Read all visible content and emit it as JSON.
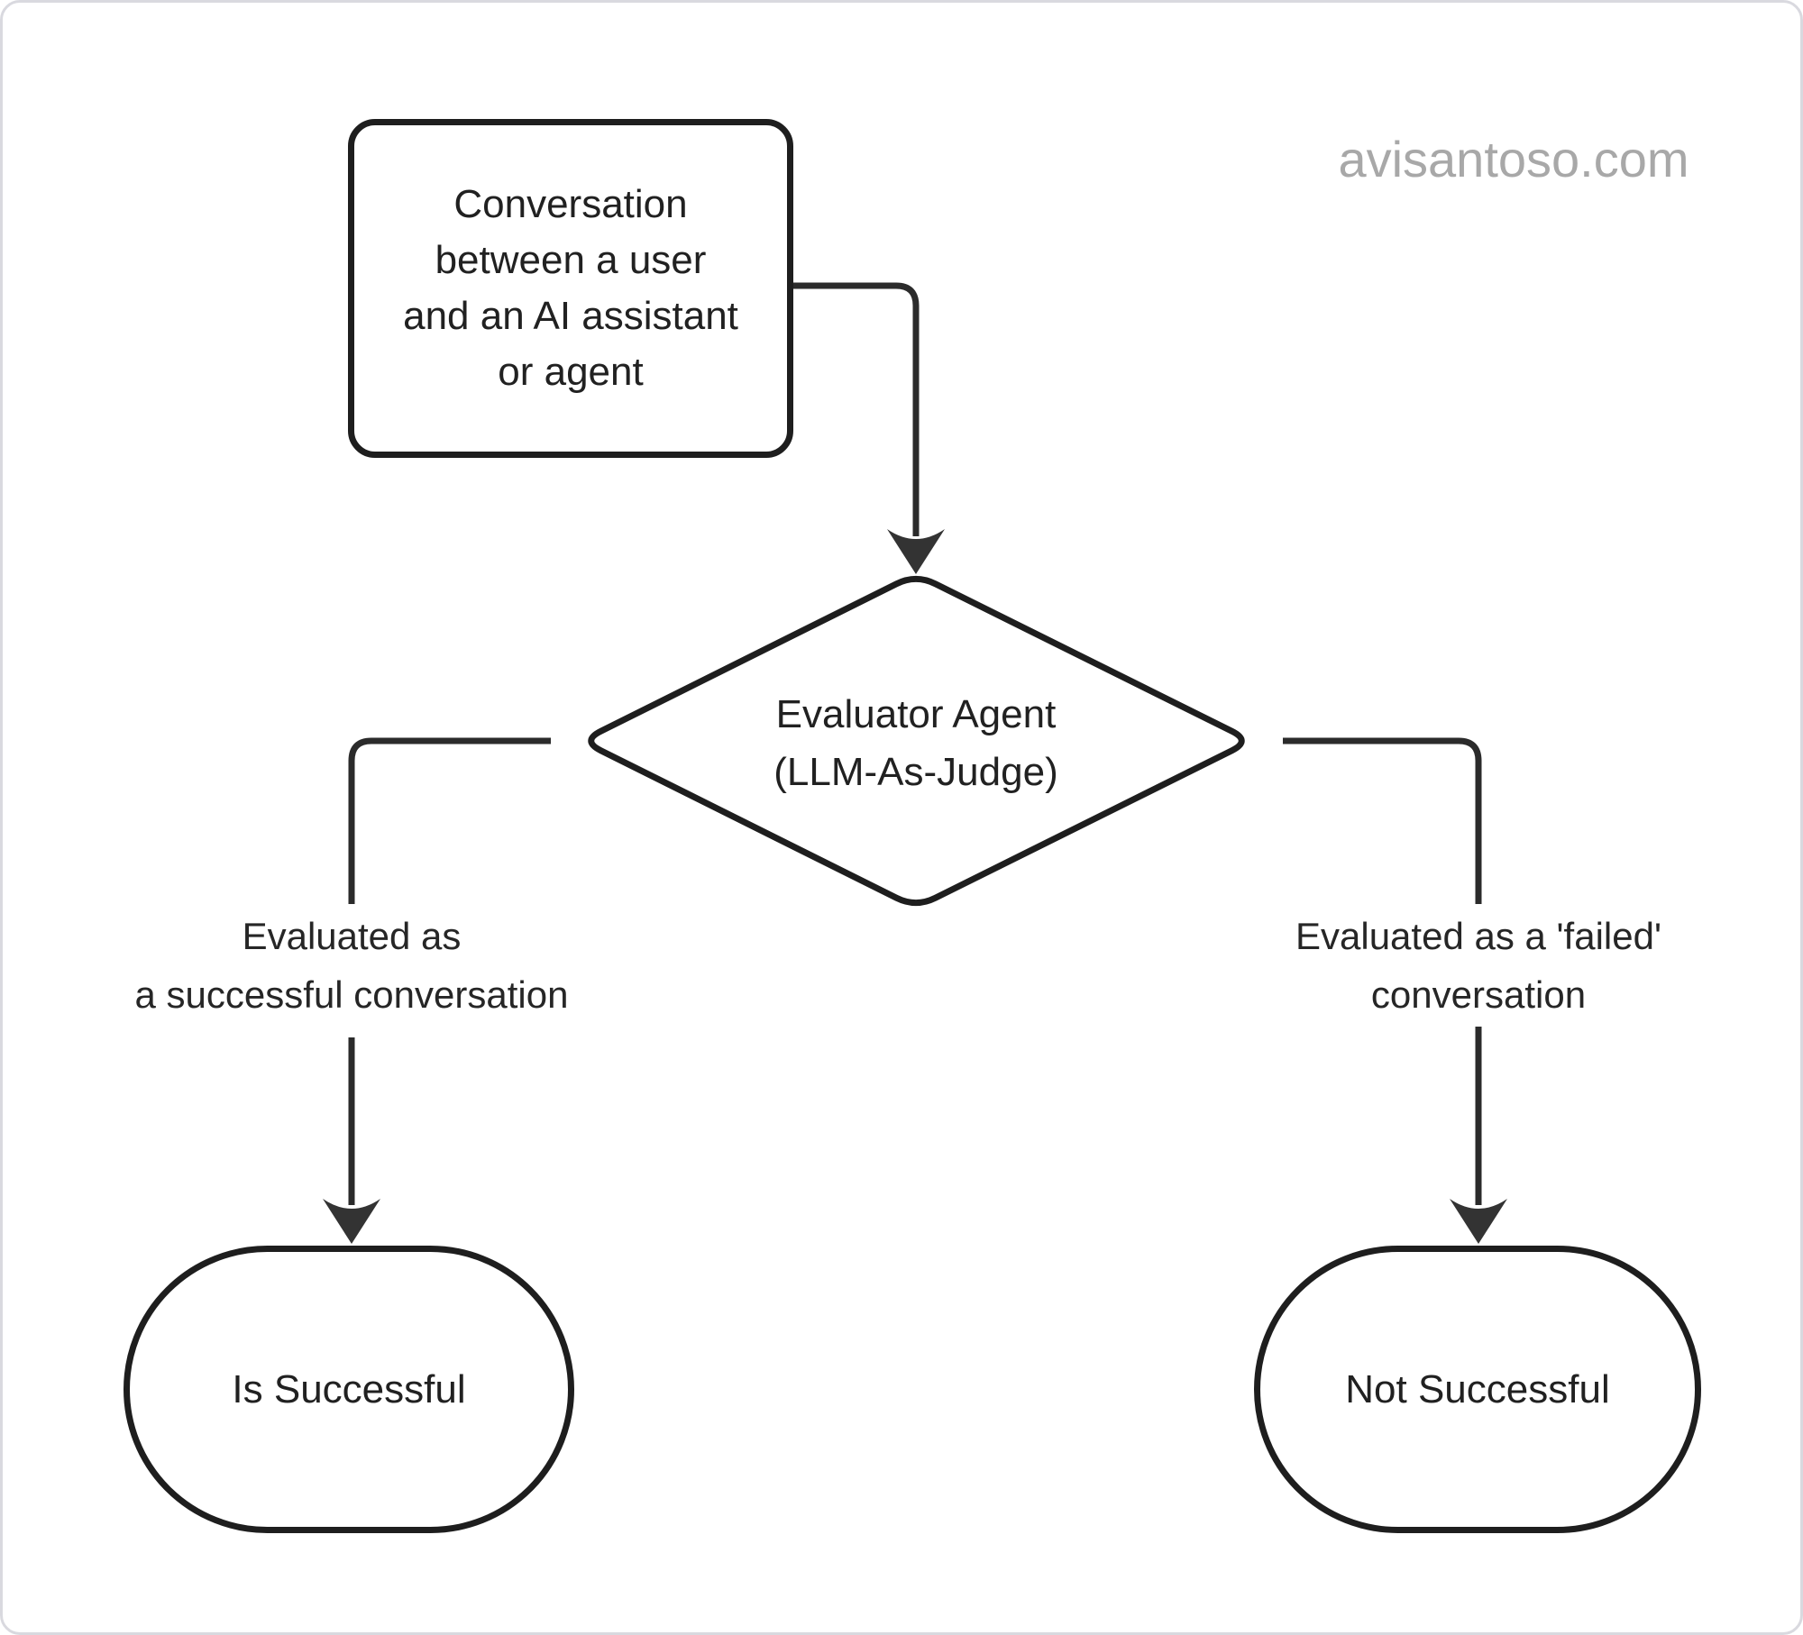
{
  "page": {
    "watermark": "avisantoso.com"
  },
  "colors": {
    "stroke": "#1e1e1e",
    "edge_stroke": "#2b2b2b",
    "arrowhead": "#333333",
    "text": "#212121",
    "watermark": "#a8a8a8",
    "node_fill": "#ffffff"
  },
  "nodes": {
    "conversation": {
      "text": [
        "Conversation",
        "between a user",
        "and an AI assistant",
        "or agent"
      ]
    },
    "evaluator": {
      "text": [
        "Evaluator Agent",
        "(LLM-As-Judge)"
      ]
    },
    "success": {
      "text": "Is Successful"
    },
    "failure": {
      "text": "Not Successful"
    }
  },
  "edge_labels": {
    "success": [
      "Evaluated as",
      "a successful conversation"
    ],
    "failure": [
      "Evaluated as a 'failed'",
      "conversation"
    ]
  }
}
